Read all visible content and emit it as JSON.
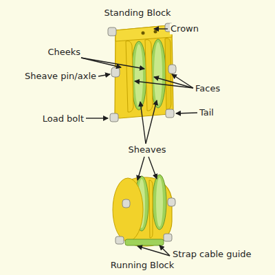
{
  "diagram": {
    "labels": [
      "Standing Block",
      "Crown",
      "Cheeks",
      "Sheave pin/axle",
      "Faces",
      "Load bolt",
      "Tail",
      "Sheaves",
      "Strap cable guide",
      "Running Block"
    ]
  }
}
